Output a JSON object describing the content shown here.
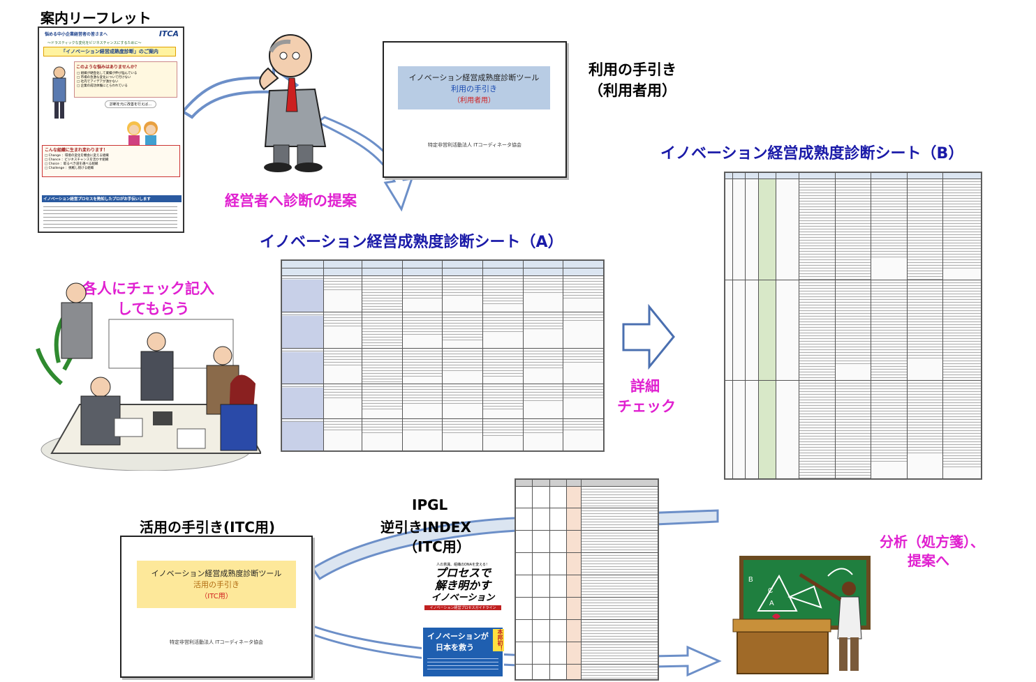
{
  "leaflet": {
    "caption": "案内リーフレット",
    "header": "悩める中小企業経営者の皆さまへ",
    "logo": "ITCA",
    "tagline": "～ドラスティックな変化をビジネスチャンスにするために～",
    "title": "「イノベーション経営成熟度診断」のご案内",
    "q": "このような悩みはありませんか？",
    "checklist": [
      "□ 組織が硬直化して業績が伸び悩んでいる",
      "□ 市場の急激な変化について行けない",
      "□ 社内でアイデアが湧かない",
      "□ 企業の成功体験にとらわれている"
    ],
    "mid": "診断を元に改善を行えば…",
    "section": "こんな組織に生まれ変わります！",
    "items": [
      "□ Change ：環境の変化を機会に変える組織",
      "□ Chance ：ビジネスチャンスを活かす組織",
      "□ Choice ：取るべき道を選べる組織",
      "□ Challenge ：挑戦し続ける組織"
    ],
    "footer_title": "イノベーション経営プロセスを熟知したプロがお手伝いします"
  },
  "slide_user": {
    "line1": "イノベーション経営成熟度診断ツール",
    "line2": "利用の手引き",
    "line3": "（利用者用）",
    "org": "特定非営利活動法人 ITコーディネータ協会"
  },
  "label_user_guide": [
    "利用の手引き",
    "（利用者用）"
  ],
  "label_proposal": "経営者へ診断の提案",
  "title_sheet_a": "イノベーション経営成熟度診断シート（A）",
  "title_sheet_b": "イノベーション経営成熟度診断シート（B）",
  "label_check": [
    "各人にチェック記入",
    "してもらう"
  ],
  "label_detail": [
    "詳細",
    "チェック"
  ],
  "label_itc_guide": "活用の手引き(ITC用)",
  "slide_itc": {
    "line1": "イノベーション経営成熟度診断ツール",
    "line2": "活用の手引き",
    "line3": "（ITC用）",
    "org": "特定非営利活動法人 ITコーディネータ協会"
  },
  "label_ipgl": [
    "IPGL",
    "逆引きINDEX",
    "（ITC用）"
  ],
  "book": {
    "top": "人の意識、組織のDNAを変える！",
    "title1": "プロセスで",
    "title2": "解き明かす",
    "title3": "イノベーション",
    "sub": "イノベーション経営プロセスガイドライン",
    "band1": "イノベーションが",
    "band2": "日本を救う",
    "tag": "本邦初！"
  },
  "label_analysis": [
    "分析（処方箋）、",
    "提案へ"
  ],
  "colors": {
    "blue_title": "#1a1aa8",
    "magenta": "#e020d0",
    "arrow": "#6c8fc8",
    "slide_band_user": "#b8cce4",
    "slide_band_itc": "#fde89a"
  }
}
